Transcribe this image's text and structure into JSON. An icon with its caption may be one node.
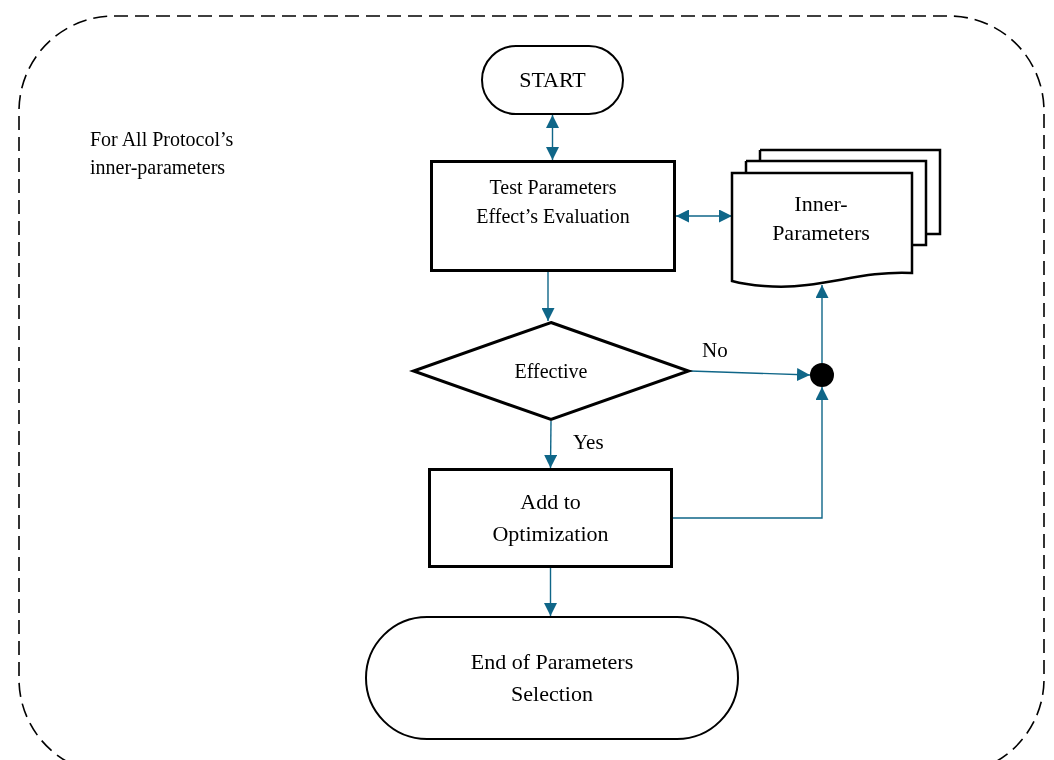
{
  "diagram": {
    "nodes": [
      {
        "text": [
          "For All Protocol’s inner-parameters"
        ]
      },
      {
        "text": [
          "START"
        ],
        "in": 0
      },
      {
        "text": [
          "Test Parameters Effect’s Evaluation"
        ],
        "in": 0
      },
      {
        "text": [
          "Inner-Parameters"
        ],
        "in": 0
      },
      {
        "text": [
          "Effective"
        ],
        "in": 0
      },
      {
        "text": [
          "Add to Optimization"
        ],
        "in": 0
      },
      {
        "text": [
          "End of Parameters Selection"
        ],
        "in": 0
      },
      {
        "text": [],
        "shape": "circle",
        "in": 0
      }
    ],
    "edges": [
      {
        "from": 1,
        "to": 2,
        "arrow": "both"
      },
      {
        "from": 2,
        "to": 3,
        "arrow": "both"
      },
      {
        "from": 2,
        "to": 4,
        "arrow": "to"
      },
      {
        "from": 4,
        "to": 7,
        "arrow": "to",
        "label": "No"
      },
      {
        "from": 4,
        "to": 5,
        "arrow": "to",
        "label": "Yes"
      },
      {
        "from": 5,
        "to": 7,
        "arrow": "to"
      },
      {
        "from": 7,
        "to": 3,
        "arrow": "to"
      },
      {
        "from": 5,
        "to": 6,
        "arrow": "to"
      }
    ]
  }
}
